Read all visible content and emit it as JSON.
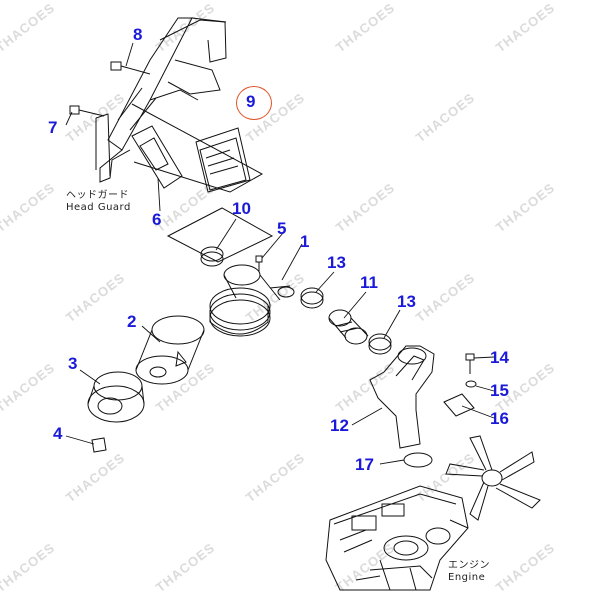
{
  "diagram": {
    "accent_color": "#1a1ad8",
    "highlight_color": "#e0522a",
    "highlighted_part": "9",
    "callouts": [
      "8",
      "9",
      "7",
      "6",
      "10",
      "5",
      "1",
      "13",
      "11",
      "13",
      "2",
      "3",
      "4",
      "14",
      "15",
      "16",
      "12",
      "17"
    ],
    "captions": {
      "head_guard_jp": "ヘッドガード",
      "head_guard_en": "Head Guard",
      "engine_jp": "エンジン",
      "engine_en": "Engine"
    },
    "watermark": "THACOES"
  }
}
